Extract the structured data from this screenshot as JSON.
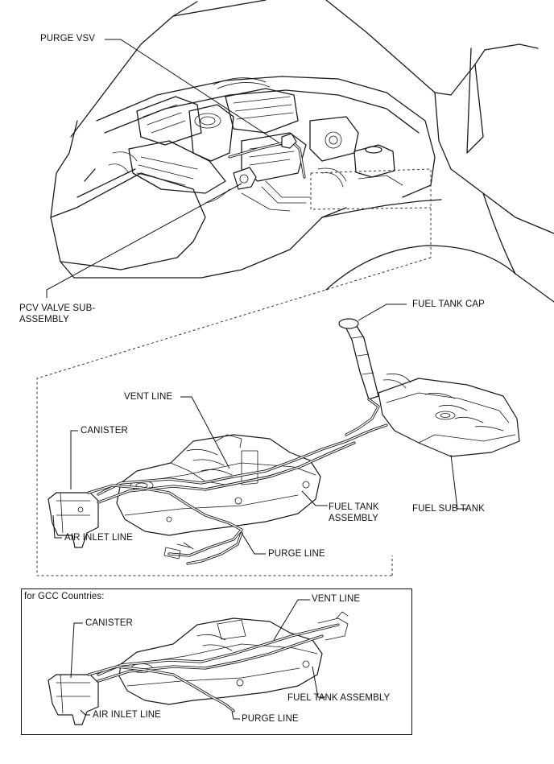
{
  "labels": {
    "purge_vsv": "PURGE VSV",
    "pcv_valve_line1": "PCV VALVE SUB-",
    "pcv_valve_line2": "ASSEMBLY",
    "fuel_tank_cap": "FUEL TANK CAP",
    "vent_line": "VENT LINE",
    "canister": "CANISTER",
    "fuel_sub_tank": "FUEL SUB TANK",
    "fuel_tank_assembly_line1": "FUEL TANK",
    "fuel_tank_assembly_line2": "ASSEMBLY",
    "air_inlet_line": "AIR INLET LINE",
    "purge_line": "PURGE LINE"
  },
  "gcc_inset": {
    "title": "for GCC Countries:",
    "vent_line": "VENT LINE",
    "canister": "CANISTER",
    "fuel_tank_assembly": "FUEL TANK ASSEMBLY",
    "air_inlet_line": "AIR INLET LINE",
    "purge_line": "PURGE LINE"
  }
}
